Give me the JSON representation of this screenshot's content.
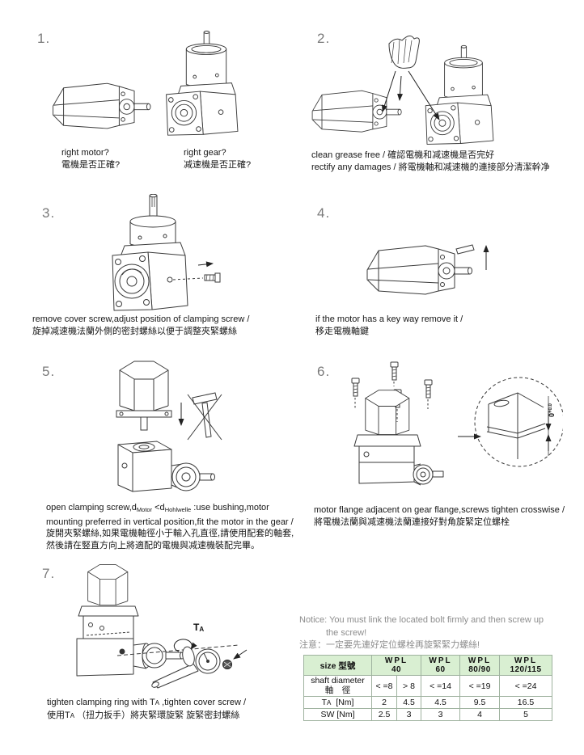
{
  "colors": {
    "line": "#3a3a3a",
    "step_number_gray": "#7a7a7a",
    "notice_gray": "#8d8d8d",
    "table_header_green": "#d9efd2",
    "table_border": "#9fb29f"
  },
  "steps": [
    {
      "num": "1.",
      "cap_left": [
        "right motor?",
        "電機是否正確?"
      ],
      "cap_right": [
        "right gear?",
        "减速機是否正確?"
      ]
    },
    {
      "num": "2.",
      "lines": [
        "clean grease free / 確認電機和减速機是否完好",
        "rectify any damages / 將電機軸和减速機的連接部分清潔幹净"
      ]
    },
    {
      "num": "3.",
      "lines": [
        "remove cover screw,adjust position of clamping screw /",
        "旋掉减速機法蘭外側的密封螺絲以便于調整夾緊螺絲"
      ]
    },
    {
      "num": "4.",
      "lines": [
        "if the motor has a key way remove it /",
        "移走電機軸鍵"
      ]
    },
    {
      "num": "5.",
      "line1": [
        "open clamping screw,d",
        "Motor",
        " <d",
        "Hohlwelle",
        " :use bushing,motor"
      ],
      "lines": [
        "mounting preferred in vertical position,fit the motor in the gear /",
        "旋開夾緊螺絲,如果電機軸徑小于輸入孔直徑,請使用配套的軸套,",
        "然後請在竪直方向上將適配的電機與减速機裝配完畢。"
      ]
    },
    {
      "num": "6.",
      "lines": [
        "motor flange adjacent on gear flange,screws tighten crosswise /",
        "將電機法蘭與减速機法蘭連接好對角旋緊定位螺栓"
      ],
      "dim": [
        "0",
        "+0.0"
      ]
    },
    {
      "num": "7.",
      "line1": [
        "tighten clamping ring with T",
        "A",
        " ,tighten cover screw /"
      ],
      "line2": [
        "使用T",
        "A",
        " （扭力扳手）將夾緊環旋緊 旋緊密封螺絲"
      ],
      "ta_label": [
        "T",
        "A"
      ]
    }
  ],
  "notice": {
    "line1": "Notice: You must link the located bolt firmly and then  screw up",
    "line2": "the screw!",
    "line3": "注意：一定要先連好定位螺栓再旋緊緊力螺絲!"
  },
  "table": {
    "header": {
      "size": "size 型號",
      "cols": [
        {
          "wpl": "WPL",
          "size": "40"
        },
        {
          "wpl": "WPL",
          "size": "60"
        },
        {
          "wpl": "WPL",
          "size": "80/90"
        },
        {
          "wpl": "WPL",
          "size": "120/115"
        }
      ]
    },
    "shaft": {
      "en": "shaft diameter",
      "zh": "軸　徑",
      "values": [
        "< =8",
        "> 8",
        "< =14",
        "< =19",
        "< =24"
      ]
    },
    "ta": {
      "label": "T",
      "label_sub": "A",
      "unit": "[Nm]",
      "values": [
        "2",
        "4.5",
        "4.5",
        "9.5",
        "16.5"
      ]
    },
    "sw": {
      "label": "SW",
      "unit": "[Nm]",
      "values": [
        "2.5",
        "3",
        "3",
        "4",
        "5"
      ]
    }
  }
}
